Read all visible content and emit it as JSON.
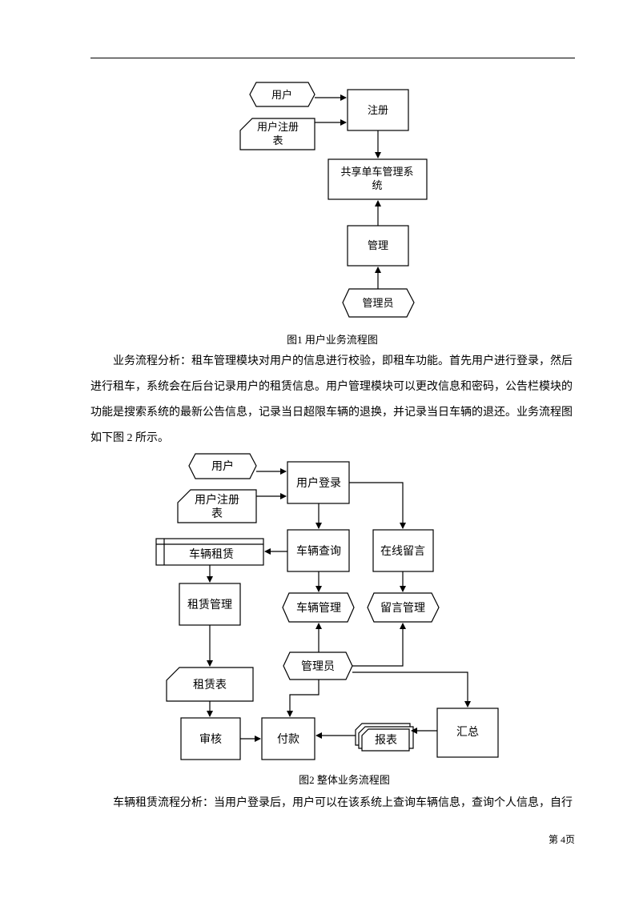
{
  "figure1": {
    "caption": "图1 用户业务流程图",
    "nodes": {
      "user": "用户",
      "reg_form_1": "用户注册",
      "reg_form_2": "表",
      "register": "注册",
      "system_1": "共享单车管理系",
      "system_2": "统",
      "manage": "管理",
      "admin": "管理员"
    }
  },
  "paragraph1": {
    "lines": [
      "业务流程分析：租车管理模块对用户的信息进行校验，即租车功能。首先用户进行登录，然后",
      "进行租车，系统会在后台记录用户的租赁信息。用户管理模块可以更改信息和密码，公告栏模块的",
      "功能是搜索系统的最新公告信息，记录当日超限车辆的退换，并记录当日车辆的退还。业务流程图",
      "如下图 2 所示。"
    ]
  },
  "figure2": {
    "caption": "图2 整体业务流程图",
    "nodes": {
      "user": "用户",
      "reg_form_1": "用户注册",
      "reg_form_2": "表",
      "login": "用户登录",
      "rental": "车辆租赁",
      "query": "车辆查询",
      "online_msg": "在线留言",
      "rental_mgmt": "租赁管理",
      "vehicle_mgmt": "车辆管理",
      "msg_mgmt": "留言管理",
      "admin": "管理员",
      "rental_table": "租赁表",
      "review": "审核",
      "payment": "付款",
      "report": "报表",
      "summary": "汇总"
    }
  },
  "paragraph2": {
    "lines": [
      "车辆租赁流程分析：当用户登录后，用户可以在该系统上查询车辆信息，查询个人信息，自行"
    ]
  },
  "footer": {
    "page_number": "第 4页"
  }
}
